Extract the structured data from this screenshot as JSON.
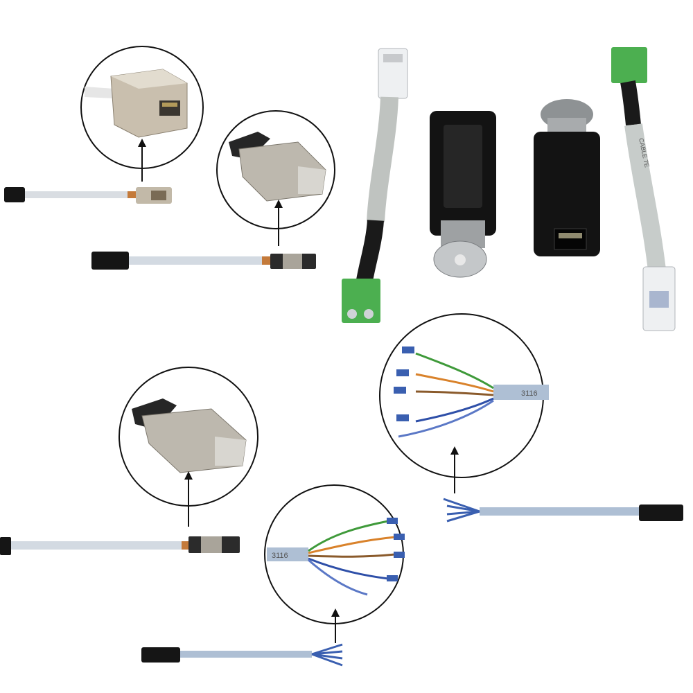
{
  "image": {
    "description_colors": {
      "background": "#ffffff",
      "cable_grey": "#c9ced3",
      "cable_blue_grey": "#aebfd4",
      "connector_black": "#151515",
      "metal": "#b9b2a6",
      "terminal_green": "#4caf50",
      "wire_blue": "#2e4fa8",
      "wire_green": "#3f9a3a",
      "wire_orange": "#d9822b",
      "wire_brown": "#8a5a2b"
    },
    "cable_prints": {
      "jacket_mark_top": "3116",
      "jacket_mark_bottom": "3116",
      "cat_text": "CABLE 7E"
    }
  }
}
